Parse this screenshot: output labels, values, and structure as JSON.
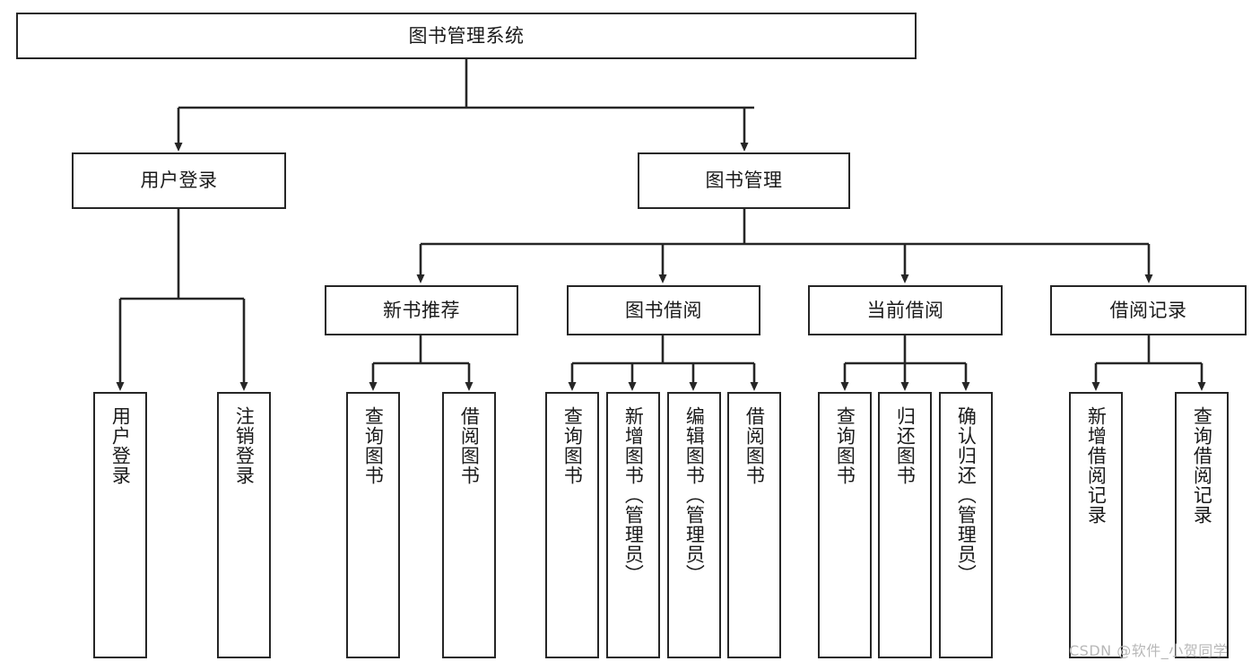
{
  "diagram": {
    "title": "图书管理系统",
    "type": "tree-hierarchy-chart",
    "root": {
      "id": "root",
      "label": "图书管理系统"
    },
    "level2": [
      {
        "id": "n-user-login",
        "label": "用户登录"
      },
      {
        "id": "n-book-mgmt",
        "label": "图书管理"
      }
    ],
    "level3": [
      {
        "id": "n-new-book-rec",
        "label": "新书推荐"
      },
      {
        "id": "n-book-borrow",
        "label": "图书借阅"
      },
      {
        "id": "n-current-borrow",
        "label": "当前借阅"
      },
      {
        "id": "n-borrow-record",
        "label": "借阅记录"
      }
    ],
    "leaves": [
      {
        "id": "leaf-user-login",
        "label": "用户登录",
        "parent": "n-user-login"
      },
      {
        "id": "leaf-logout-login",
        "label": "注销登录",
        "parent": "n-user-login"
      },
      {
        "id": "leaf-query-book-1",
        "label": "查询图书",
        "parent": "n-new-book-rec"
      },
      {
        "id": "leaf-borrow-book-1",
        "label": "借阅图书",
        "parent": "n-new-book-rec"
      },
      {
        "id": "leaf-query-book-2",
        "label": "查询图书",
        "parent": "n-book-borrow"
      },
      {
        "id": "leaf-add-book",
        "label": "新增图书（管理员）",
        "parent": "n-book-borrow"
      },
      {
        "id": "leaf-edit-book",
        "label": "编辑图书（管理员）",
        "parent": "n-book-borrow"
      },
      {
        "id": "leaf-borrow-book-2",
        "label": "借阅图书",
        "parent": "n-book-borrow"
      },
      {
        "id": "leaf-query-book-3",
        "label": "查询图书",
        "parent": "n-current-borrow"
      },
      {
        "id": "leaf-return-book",
        "label": "归还图书",
        "parent": "n-current-borrow"
      },
      {
        "id": "leaf-confirm-return",
        "label": "确认归还（管理员）",
        "parent": "n-current-borrow"
      },
      {
        "id": "leaf-add-record",
        "label": "新增借阅记录",
        "parent": "n-borrow-record"
      },
      {
        "id": "leaf-query-record",
        "label": "查询借阅记录",
        "parent": "n-borrow-record"
      }
    ],
    "colors": {
      "stroke": "#262626",
      "fill": "#ffffff",
      "text": "#1a1a1a",
      "watermark": "#b8b8b8"
    }
  },
  "watermark": {
    "text": "CSDN @软件_小贺同学"
  }
}
